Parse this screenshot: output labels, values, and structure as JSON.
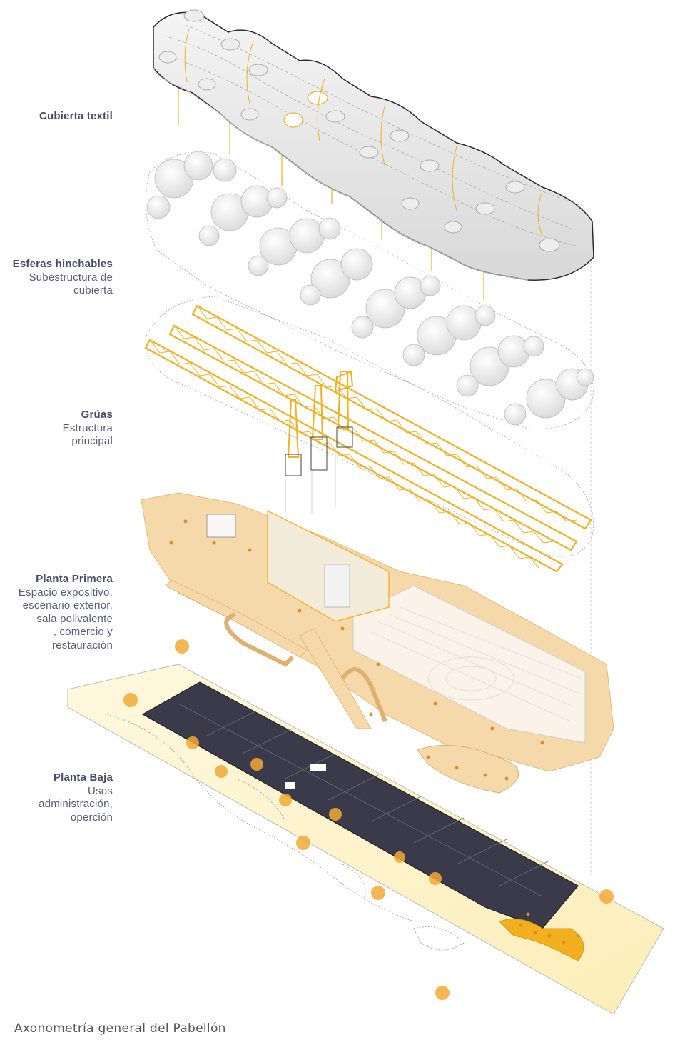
{
  "layers": [
    {
      "title": "Cubierta textil",
      "subtitle": []
    },
    {
      "title": "Esferas hinchables",
      "subtitle": [
        "Subestructura de",
        "cubierta"
      ]
    },
    {
      "title": "Grúas",
      "subtitle": [
        "Estructura",
        "principal"
      ]
    },
    {
      "title": "Planta Primera",
      "subtitle": [
        "Espacio expositivo,",
        "escenario exterior,",
        "sala polivalente",
        ", comercio y",
        "restauración"
      ]
    },
    {
      "title": "Planta Baja",
      "subtitle": [
        "Usos",
        "administración,",
        "operción"
      ]
    }
  ],
  "caption": "Axonometría general del Pabellón",
  "colors": {
    "accent": "#f2b01e",
    "wood": "#f6d9ab",
    "dark_floor": "#3a3a4a",
    "ground": "#fdf4d0",
    "label_text": "#5b5b78"
  }
}
